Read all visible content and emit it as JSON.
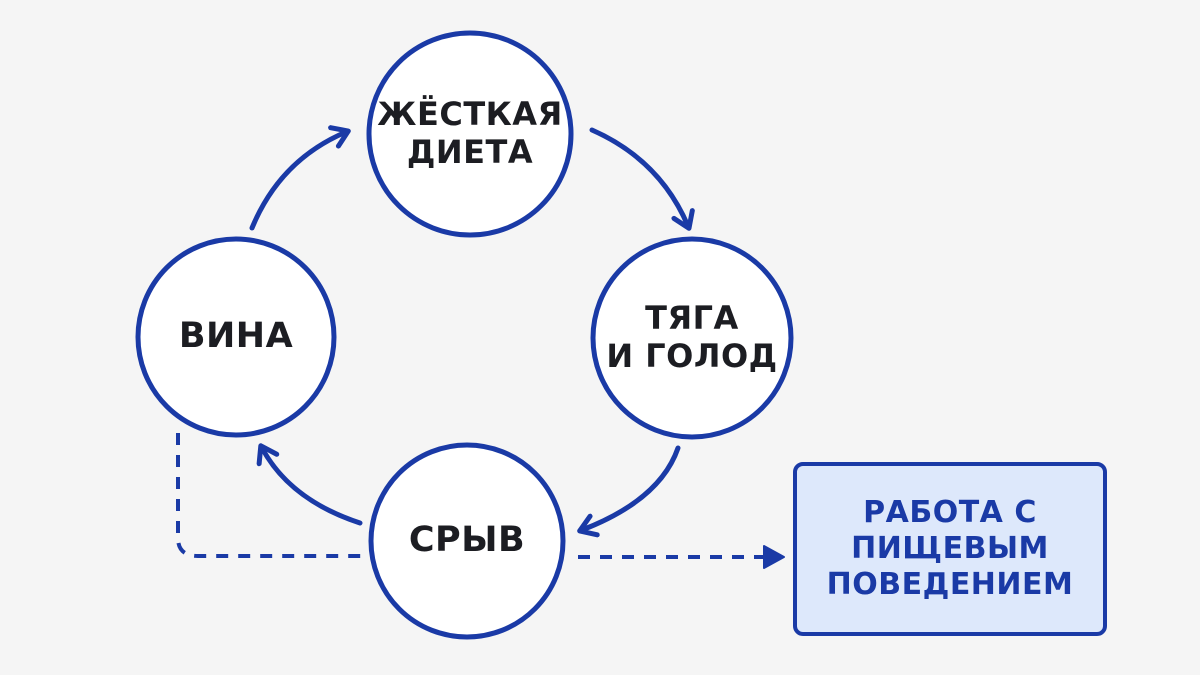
{
  "colors": {
    "background": "#f5f5f5",
    "accent": "#1a3aa6",
    "node_fill": "#ffffff",
    "node_text": "#1c1d22",
    "outcome_fill": "#dde8fb",
    "outcome_text": "#1a3aa6"
  },
  "cycle": {
    "nodes": [
      {
        "id": "diet",
        "label": "ЖЁСТКАЯ\nДИЕТА"
      },
      {
        "id": "craving",
        "label": "ТЯГА\nИ ГОЛОД"
      },
      {
        "id": "relapse",
        "label": "СРЫВ"
      },
      {
        "id": "guilt",
        "label": "ВИНА"
      }
    ],
    "arrows": [
      {
        "from": "diet",
        "to": "craving",
        "style": "solid"
      },
      {
        "from": "craving",
        "to": "relapse",
        "style": "solid"
      },
      {
        "from": "relapse",
        "to": "guilt",
        "style": "solid"
      },
      {
        "from": "guilt",
        "to": "diet",
        "style": "solid"
      }
    ]
  },
  "exit": {
    "label": "РАБОТА С\nПИЩЕВЫМ\nПОВЕДЕНИЕМ",
    "connectors": [
      {
        "from": "guilt",
        "to": "exit",
        "style": "dashed"
      },
      {
        "from": "relapse",
        "to": "exit",
        "style": "dashed"
      }
    ]
  }
}
